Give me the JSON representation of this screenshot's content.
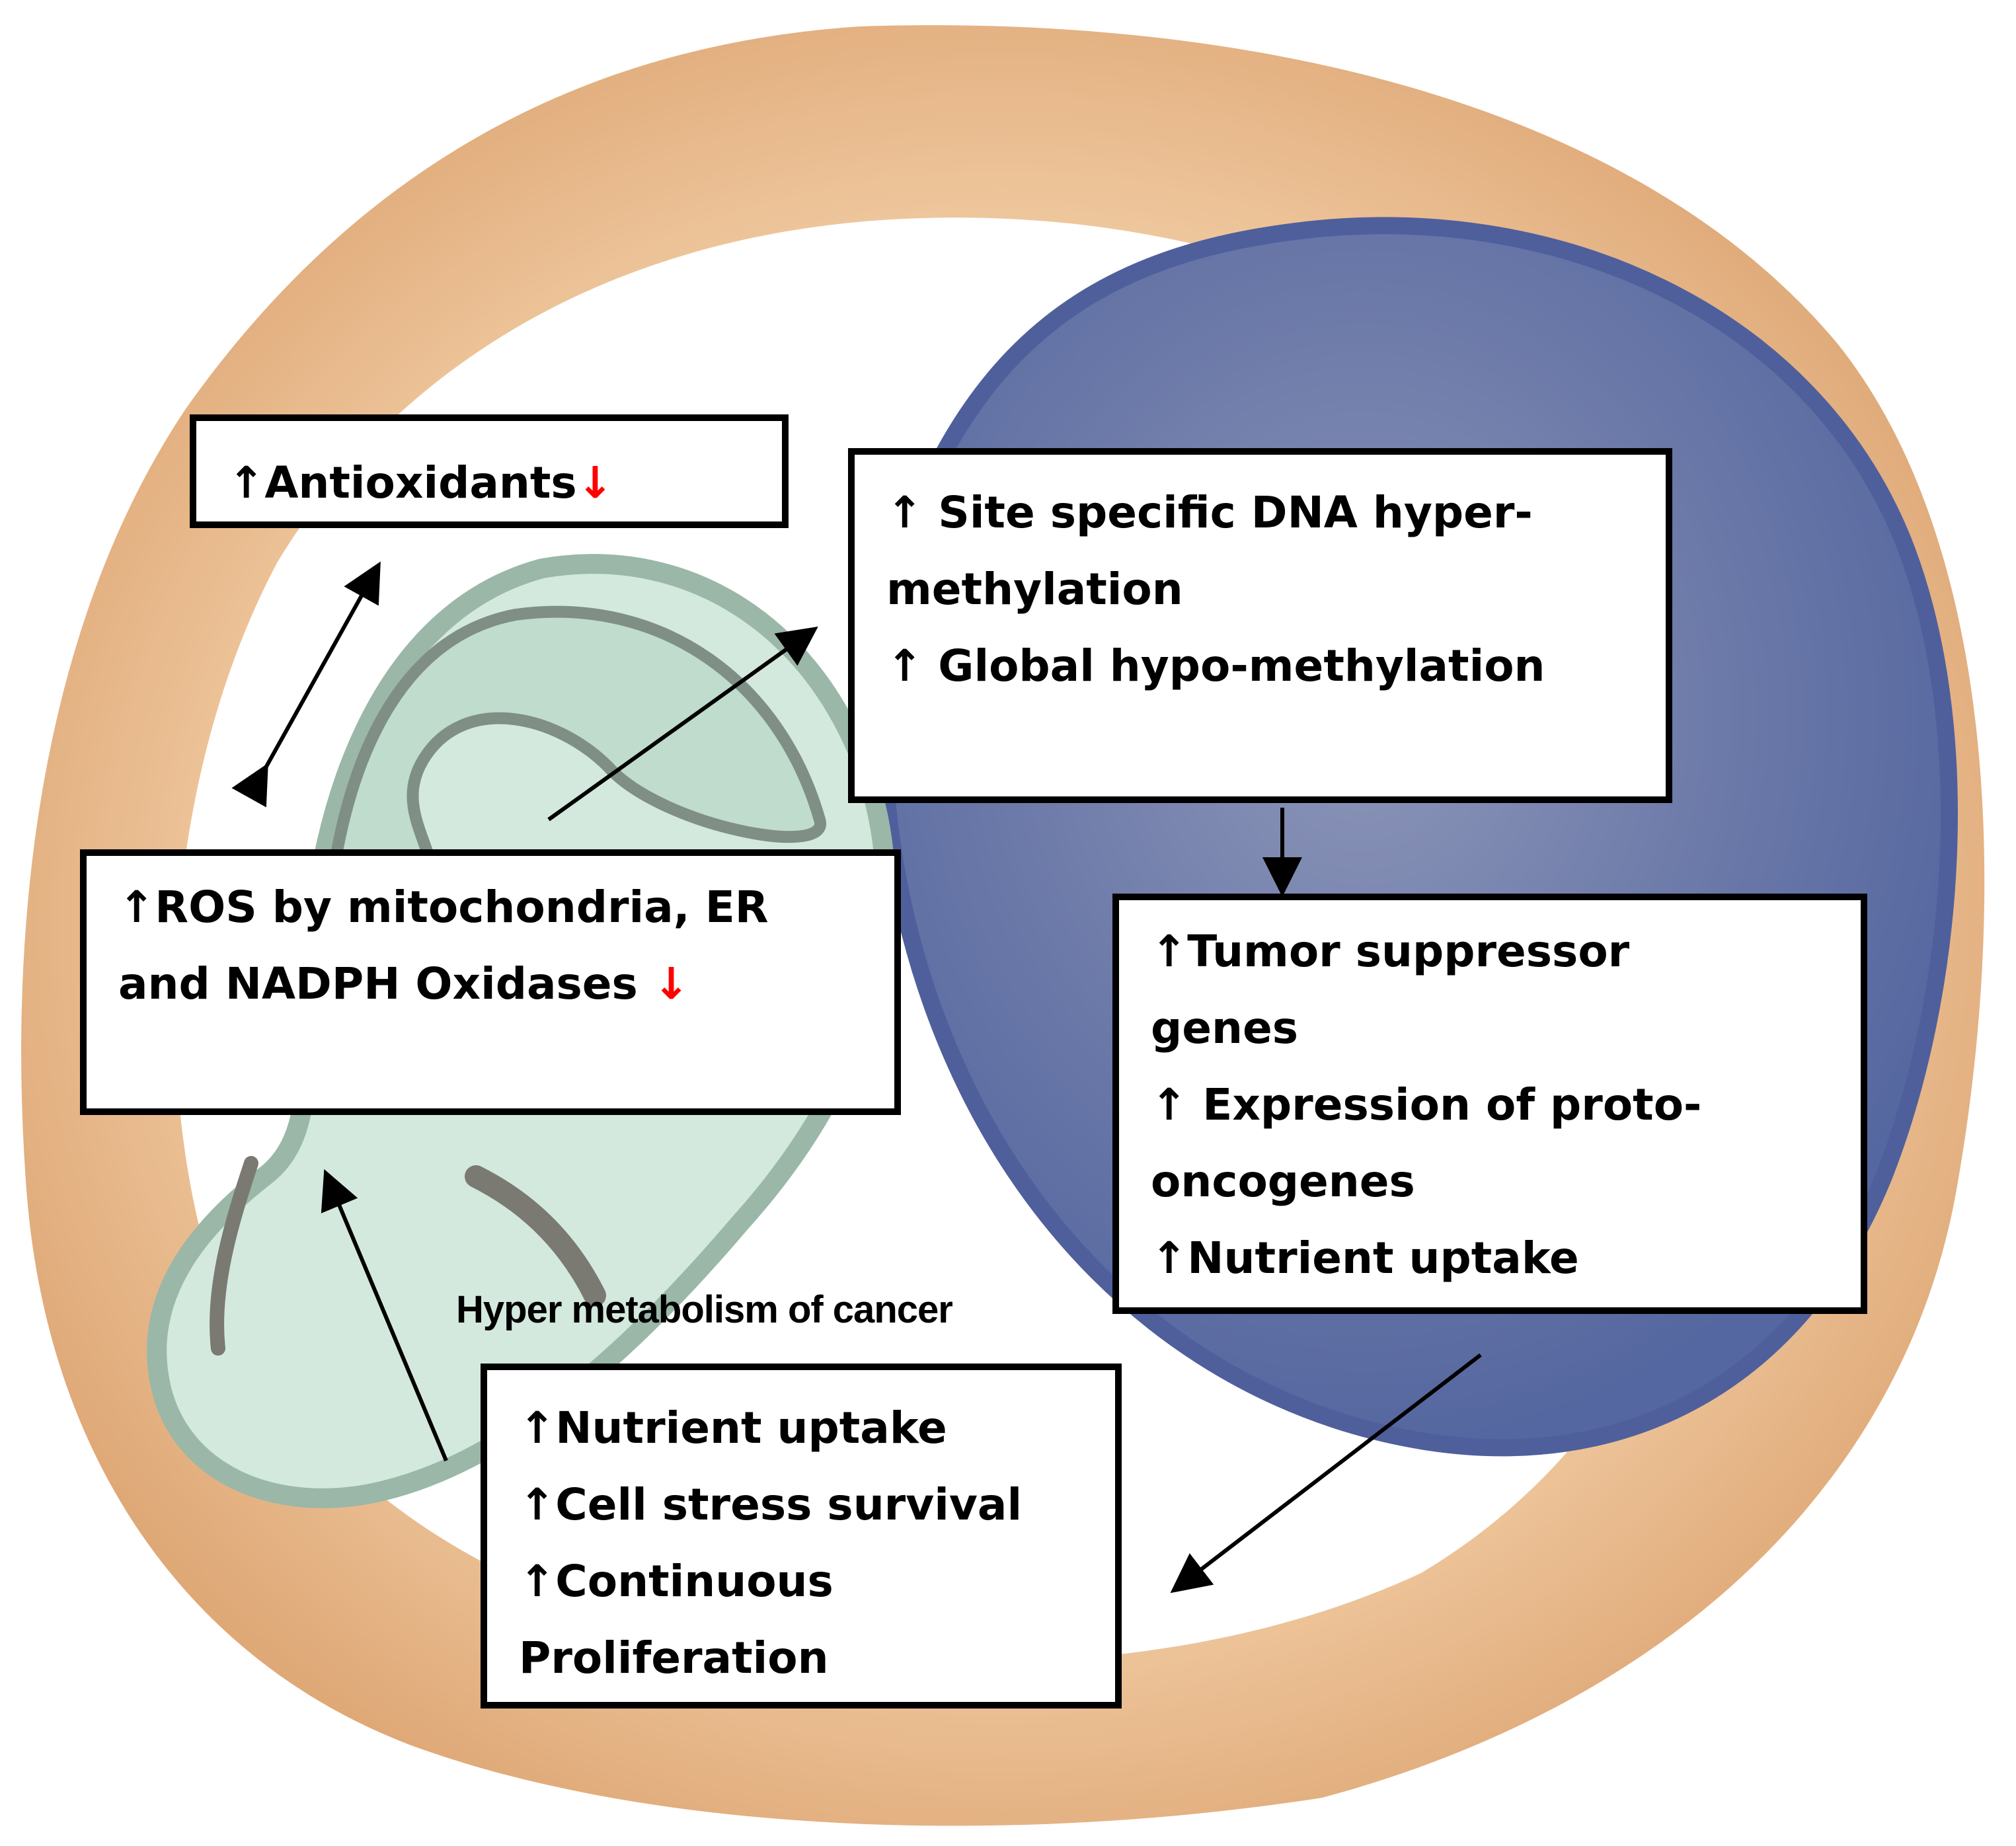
{
  "colors": {
    "cytoplasm": "#e8b98a",
    "nucleus": "#6d7bab",
    "mitochondrion": "#cfe7da",
    "down_arrow": "#ff0000"
  },
  "boxes": {
    "antioxidants": {
      "up": "↑",
      "text": "Antioxidants",
      "down": "↓"
    },
    "methylation": {
      "line1": "↑ Site specific DNA hyper-",
      "line2": "methylation",
      "line3": "↑ Global hypo-methylation"
    },
    "ros": {
      "line1": "↑ROS by mitochondria, ER",
      "line2_text": "and NADPH Oxidases ",
      "line2_down": "↓"
    },
    "tumor": {
      "line1": "↑Tumor suppressor",
      "line2": "genes",
      "line3": "↑ Expression of proto-",
      "line4": "oncogenes",
      "line5": "↑Nutrient uptake"
    },
    "metabolism": {
      "line1": "↑Nutrient uptake",
      "line2": "↑Cell stress survival",
      "line3": "↑Continuous",
      "line4": "Proliferation"
    }
  },
  "caption": "Hyper metabolism of cancer"
}
